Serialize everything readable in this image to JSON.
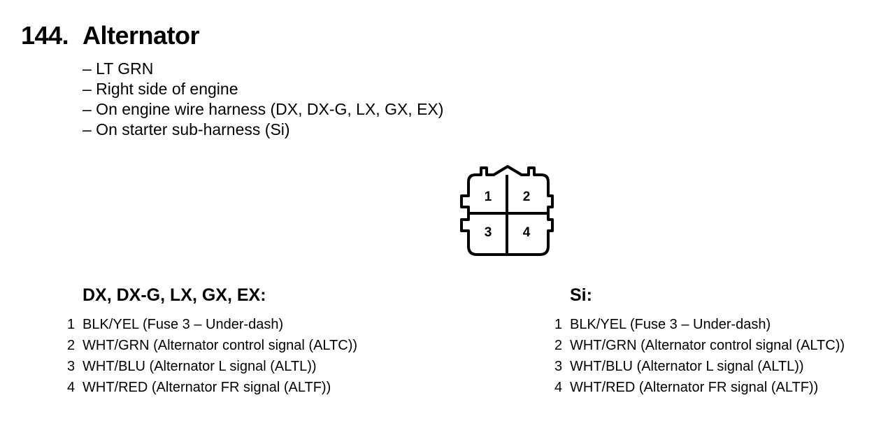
{
  "header": {
    "number": "144.",
    "title": "Alternator"
  },
  "info": [
    "– LT GRN",
    "– Right side of engine",
    "– On engine wire harness (DX, DX-G, LX, GX, EX)",
    "– On starter sub-harness (Si)"
  ],
  "connector": {
    "pins": [
      "1",
      "2",
      "3",
      "4"
    ]
  },
  "columns": [
    {
      "title": "DX, DX-G, LX, GX, EX:",
      "pins": [
        {
          "num": "1",
          "desc": "BLK/YEL (Fuse 3 – Under-dash)"
        },
        {
          "num": "2",
          "desc": "WHT/GRN (Alternator control signal (ALTC))"
        },
        {
          "num": "3",
          "desc": "WHT/BLU (Alternator L signal (ALTL))"
        },
        {
          "num": "4",
          "desc": "WHT/RED (Alternator FR signal (ALTF))"
        }
      ]
    },
    {
      "title": "Si:",
      "pins": [
        {
          "num": "1",
          "desc": "BLK/YEL (Fuse 3 – Under-dash)"
        },
        {
          "num": "2",
          "desc": "WHT/GRN (Alternator control signal (ALTC))"
        },
        {
          "num": "3",
          "desc": "WHT/BLU (Alternator L signal (ALTL))"
        },
        {
          "num": "4",
          "desc": "WHT/RED (Alternator FR signal (ALTF))"
        }
      ]
    }
  ]
}
